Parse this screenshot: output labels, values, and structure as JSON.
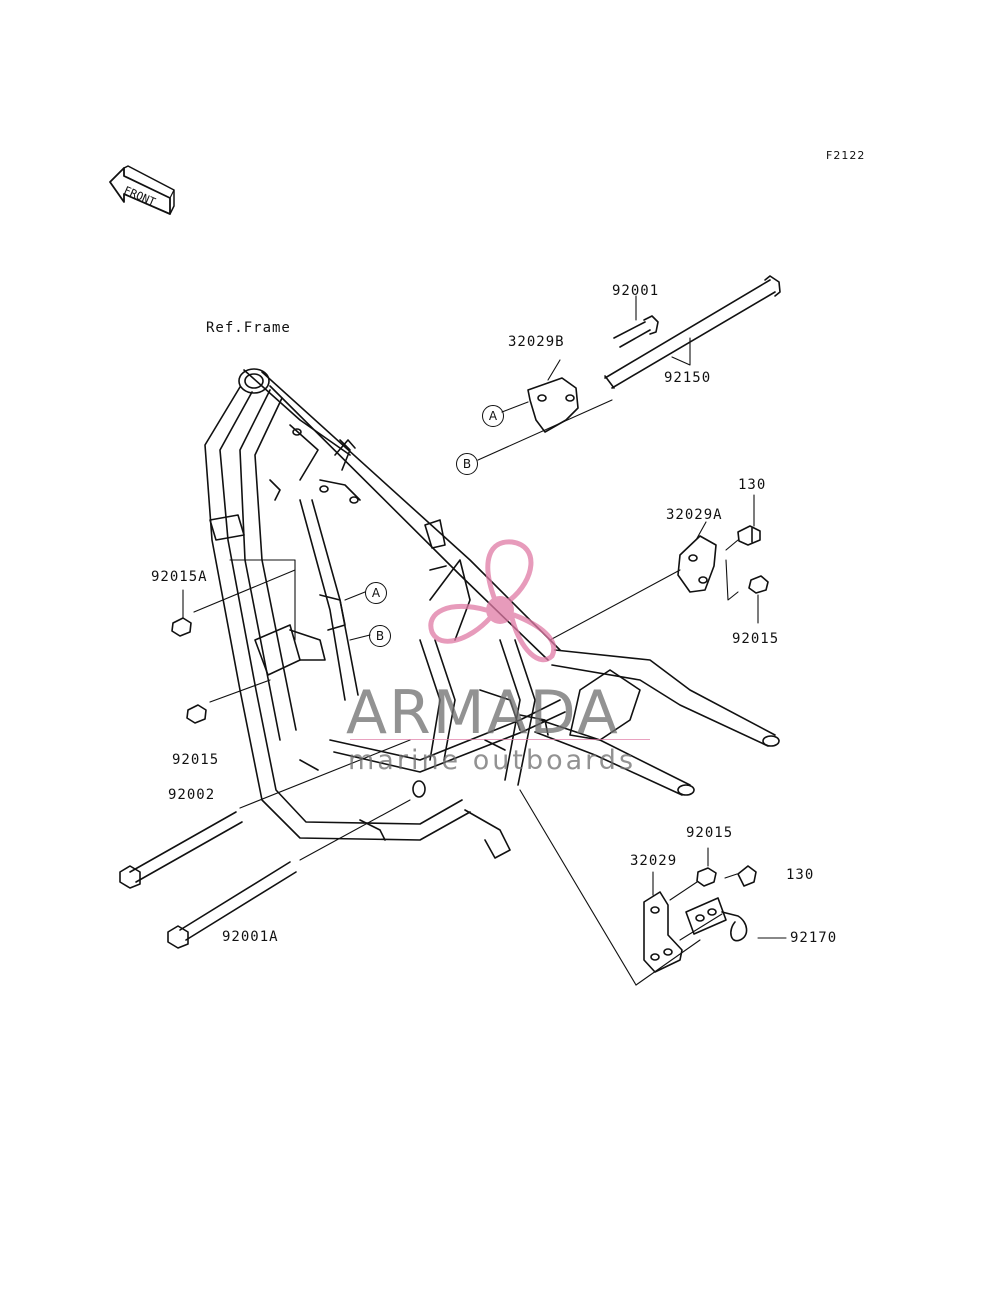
{
  "figure_id": "F2122",
  "front_label": "FRONT",
  "ref_label": "Ref.Frame",
  "callouts": {
    "a": "A",
    "b": "B"
  },
  "parts": {
    "p92001": "92001",
    "p32029B": "32029B",
    "p92150": "92150",
    "p130_top": "130",
    "p32029A": "32029A",
    "p92015_right": "92015",
    "p92015A": "92015A",
    "p92015_left": "92015",
    "p92002": "92002",
    "p92001A": "92001A",
    "p92015_bottom": "92015",
    "p32029": "32029",
    "p130_bottom": "130",
    "p92170": "92170"
  },
  "watermark": {
    "title": "ARMADA",
    "subtitle": "marine outboards",
    "logo_color": "#e07aa5",
    "text_color": "#6e6e6e"
  },
  "line_color": "#111111"
}
